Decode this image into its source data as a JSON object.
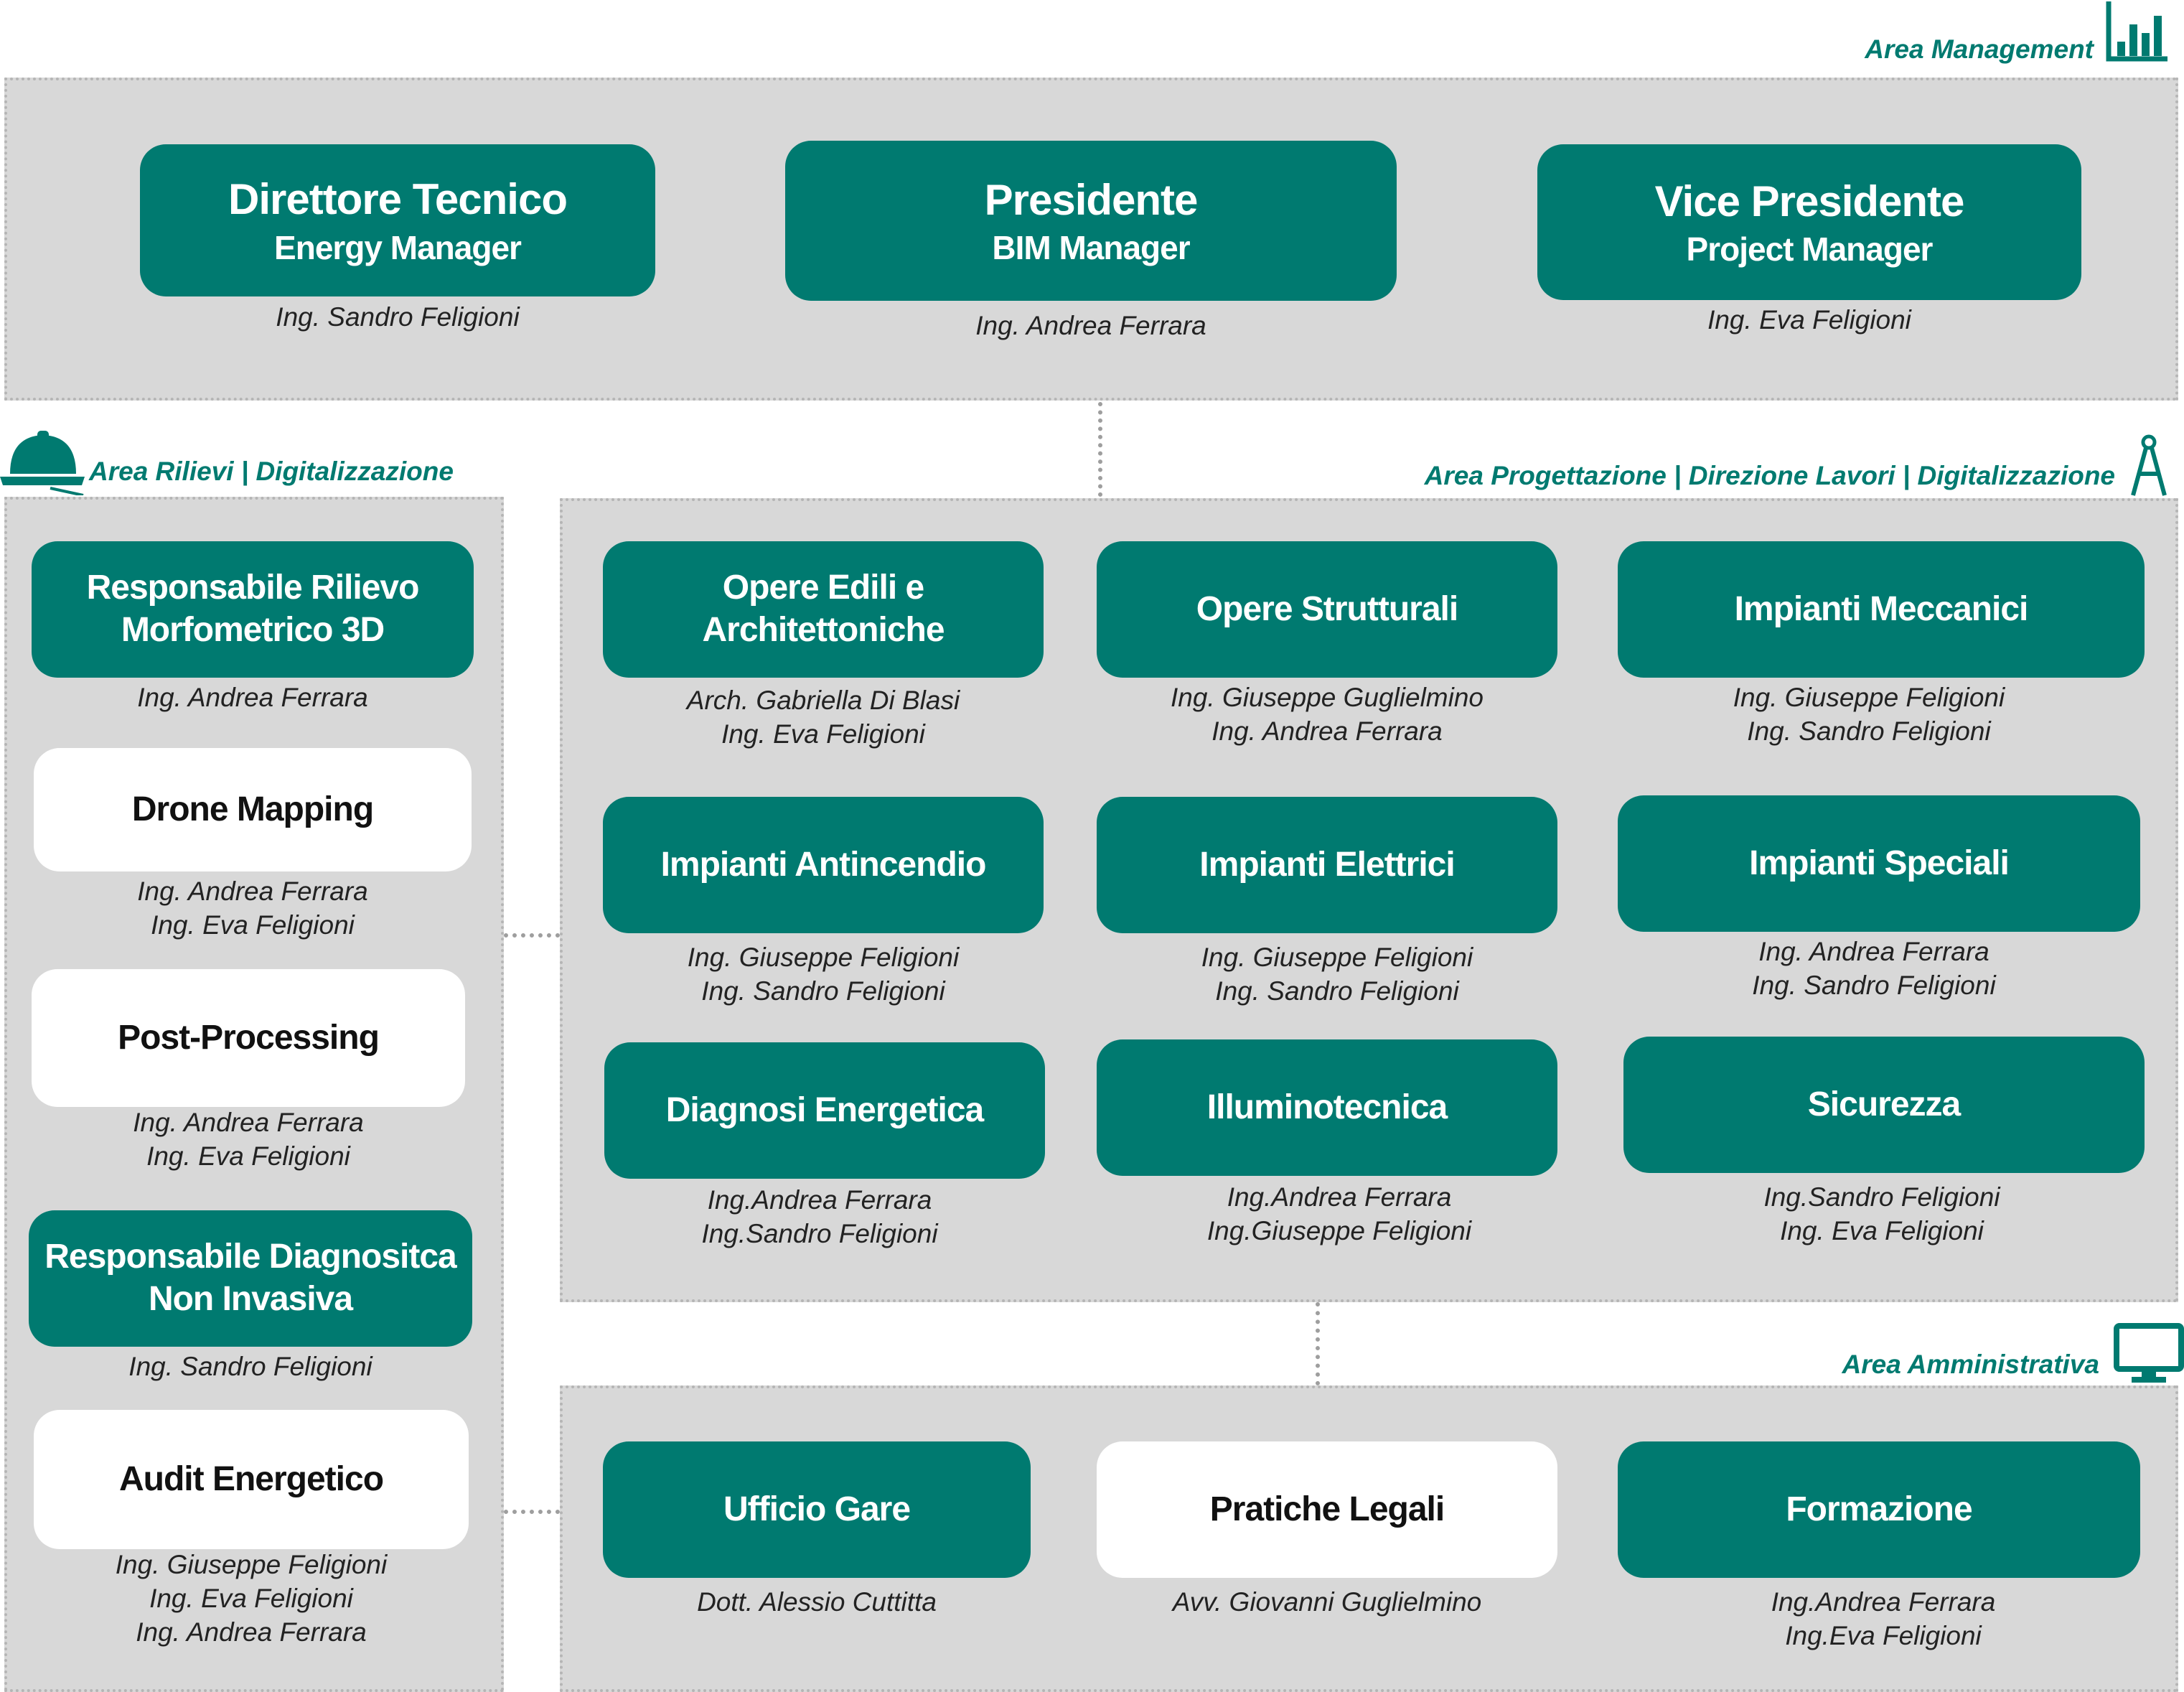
{
  "areas": {
    "management": "Area Management",
    "rilievi": "Area Rilievi | Digitalizzazione",
    "progettazione": "Area Progettazione | Direzione Lavori | Digitalizzazione",
    "amministrativa": "Area Amministrativa"
  },
  "icons": {
    "management": "bar-chart-icon",
    "rilievi": "hard-hat-icon",
    "progettazione": "drafting-compass-icon",
    "amministrativa": "computer-monitor-icon"
  },
  "colors": {
    "accent": "#007a70",
    "panel": "#d8d8d8",
    "white_box": "#ffffff"
  },
  "management": [
    {
      "title": "Direttore Tecnico",
      "subtitle": "Energy Manager",
      "names": [
        "Ing. Sandro Feligioni"
      ]
    },
    {
      "title": "Presidente",
      "subtitle": "BIM Manager",
      "names": [
        "Ing. Andrea Ferrara"
      ]
    },
    {
      "title": "Vice Presidente",
      "subtitle": "Project Manager",
      "names": [
        "Ing. Eva Feligioni"
      ]
    }
  ],
  "rilievi": [
    {
      "lines": [
        "Responsabile Rilievo",
        "Morfometrico 3D"
      ],
      "style": "teal",
      "names": [
        "Ing. Andrea Ferrara"
      ]
    },
    {
      "lines": [
        "Drone Mapping"
      ],
      "style": "white",
      "names": [
        "Ing. Andrea Ferrara",
        "Ing. Eva Feligioni"
      ]
    },
    {
      "lines": [
        "Post-Processing"
      ],
      "style": "white",
      "names": [
        "Ing. Andrea Ferrara",
        "Ing. Eva Feligioni"
      ]
    },
    {
      "lines": [
        "Responsabile Diagnositca",
        "Non Invasiva"
      ],
      "style": "teal",
      "names": [
        "Ing. Sandro Feligioni"
      ]
    },
    {
      "lines": [
        "Audit Energetico"
      ],
      "style": "white",
      "names": [
        "Ing. Giuseppe Feligioni",
        "Ing. Eva Feligioni",
        "Ing. Andrea Ferrara"
      ]
    }
  ],
  "progettazione": [
    {
      "lines": [
        "Opere Edili e",
        "Architettoniche"
      ],
      "style": "teal",
      "names": [
        "Arch. Gabriella Di Blasi",
        "Ing. Eva Feligioni"
      ]
    },
    {
      "lines": [
        "Opere Strutturali"
      ],
      "style": "teal",
      "names": [
        "Ing. Giuseppe Guglielmino",
        "Ing. Andrea Ferrara"
      ]
    },
    {
      "lines": [
        "Impianti Meccanici"
      ],
      "style": "teal",
      "names": [
        "Ing. Giuseppe Feligioni",
        "Ing. Sandro Feligioni"
      ]
    },
    {
      "lines": [
        "Impianti Antincendio"
      ],
      "style": "teal",
      "names": [
        "Ing. Giuseppe Feligioni",
        "Ing. Sandro Feligioni"
      ]
    },
    {
      "lines": [
        "Impianti Elettrici"
      ],
      "style": "teal",
      "names": [
        "Ing. Giuseppe Feligioni",
        "Ing. Sandro Feligioni"
      ]
    },
    {
      "lines": [
        "Impianti Speciali"
      ],
      "style": "teal",
      "names": [
        "Ing. Andrea Ferrara",
        "Ing. Sandro Feligioni"
      ]
    },
    {
      "lines": [
        "Diagnosi Energetica"
      ],
      "style": "teal",
      "names": [
        "Ing.Andrea Ferrara",
        "Ing.Sandro Feligioni"
      ]
    },
    {
      "lines": [
        "Illuminotecnica"
      ],
      "style": "teal",
      "names": [
        "Ing.Andrea Ferrara",
        "Ing.Giuseppe Feligioni"
      ]
    },
    {
      "lines": [
        "Sicurezza"
      ],
      "style": "teal",
      "names": [
        "Ing.Sandro Feligioni",
        "Ing. Eva Feligioni"
      ]
    }
  ],
  "amministrativa": [
    {
      "lines": [
        "Ufficio Gare"
      ],
      "style": "teal",
      "names": [
        "Dott. Alessio Cuttitta"
      ]
    },
    {
      "lines": [
        "Pratiche Legali"
      ],
      "style": "white",
      "names": [
        "Avv. Giovanni Guglielmino"
      ]
    },
    {
      "lines": [
        "Formazione"
      ],
      "style": "teal",
      "names": [
        "Ing.Andrea Ferrara",
        "Ing.Eva Feligioni"
      ]
    }
  ]
}
